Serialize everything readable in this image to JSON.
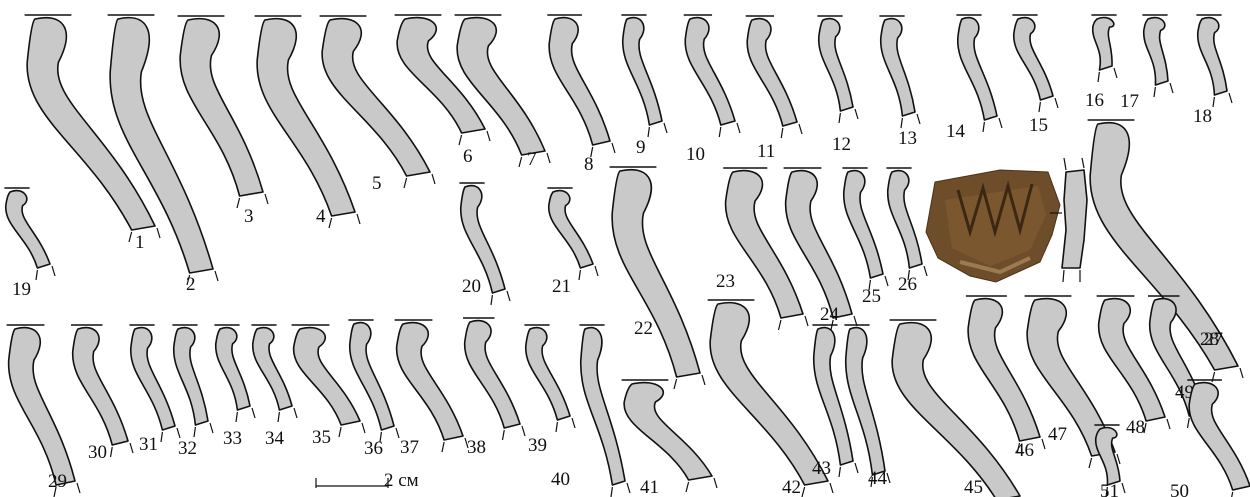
{
  "plate": {
    "labels": [
      "1",
      "2",
      "3",
      "4",
      "5",
      "6",
      "7",
      "8",
      "9",
      "10",
      "11",
      "12",
      "13",
      "14",
      "15",
      "16",
      "17",
      "18",
      "19",
      "20",
      "21",
      "22",
      "23",
      "24",
      "25",
      "26",
      "27",
      "28",
      "29",
      "30",
      "31",
      "32",
      "33",
      "34",
      "35",
      "36",
      "37",
      "38",
      "39",
      "40",
      "41",
      "42",
      "43",
      "44",
      "45",
      "46",
      "47",
      "48",
      "49",
      "50",
      "51"
    ],
    "scale_label": "2 см",
    "colors": {
      "sherd_fill": "#c9c9c9",
      "outline": "#111111",
      "photo": "#6e4e2a"
    }
  }
}
